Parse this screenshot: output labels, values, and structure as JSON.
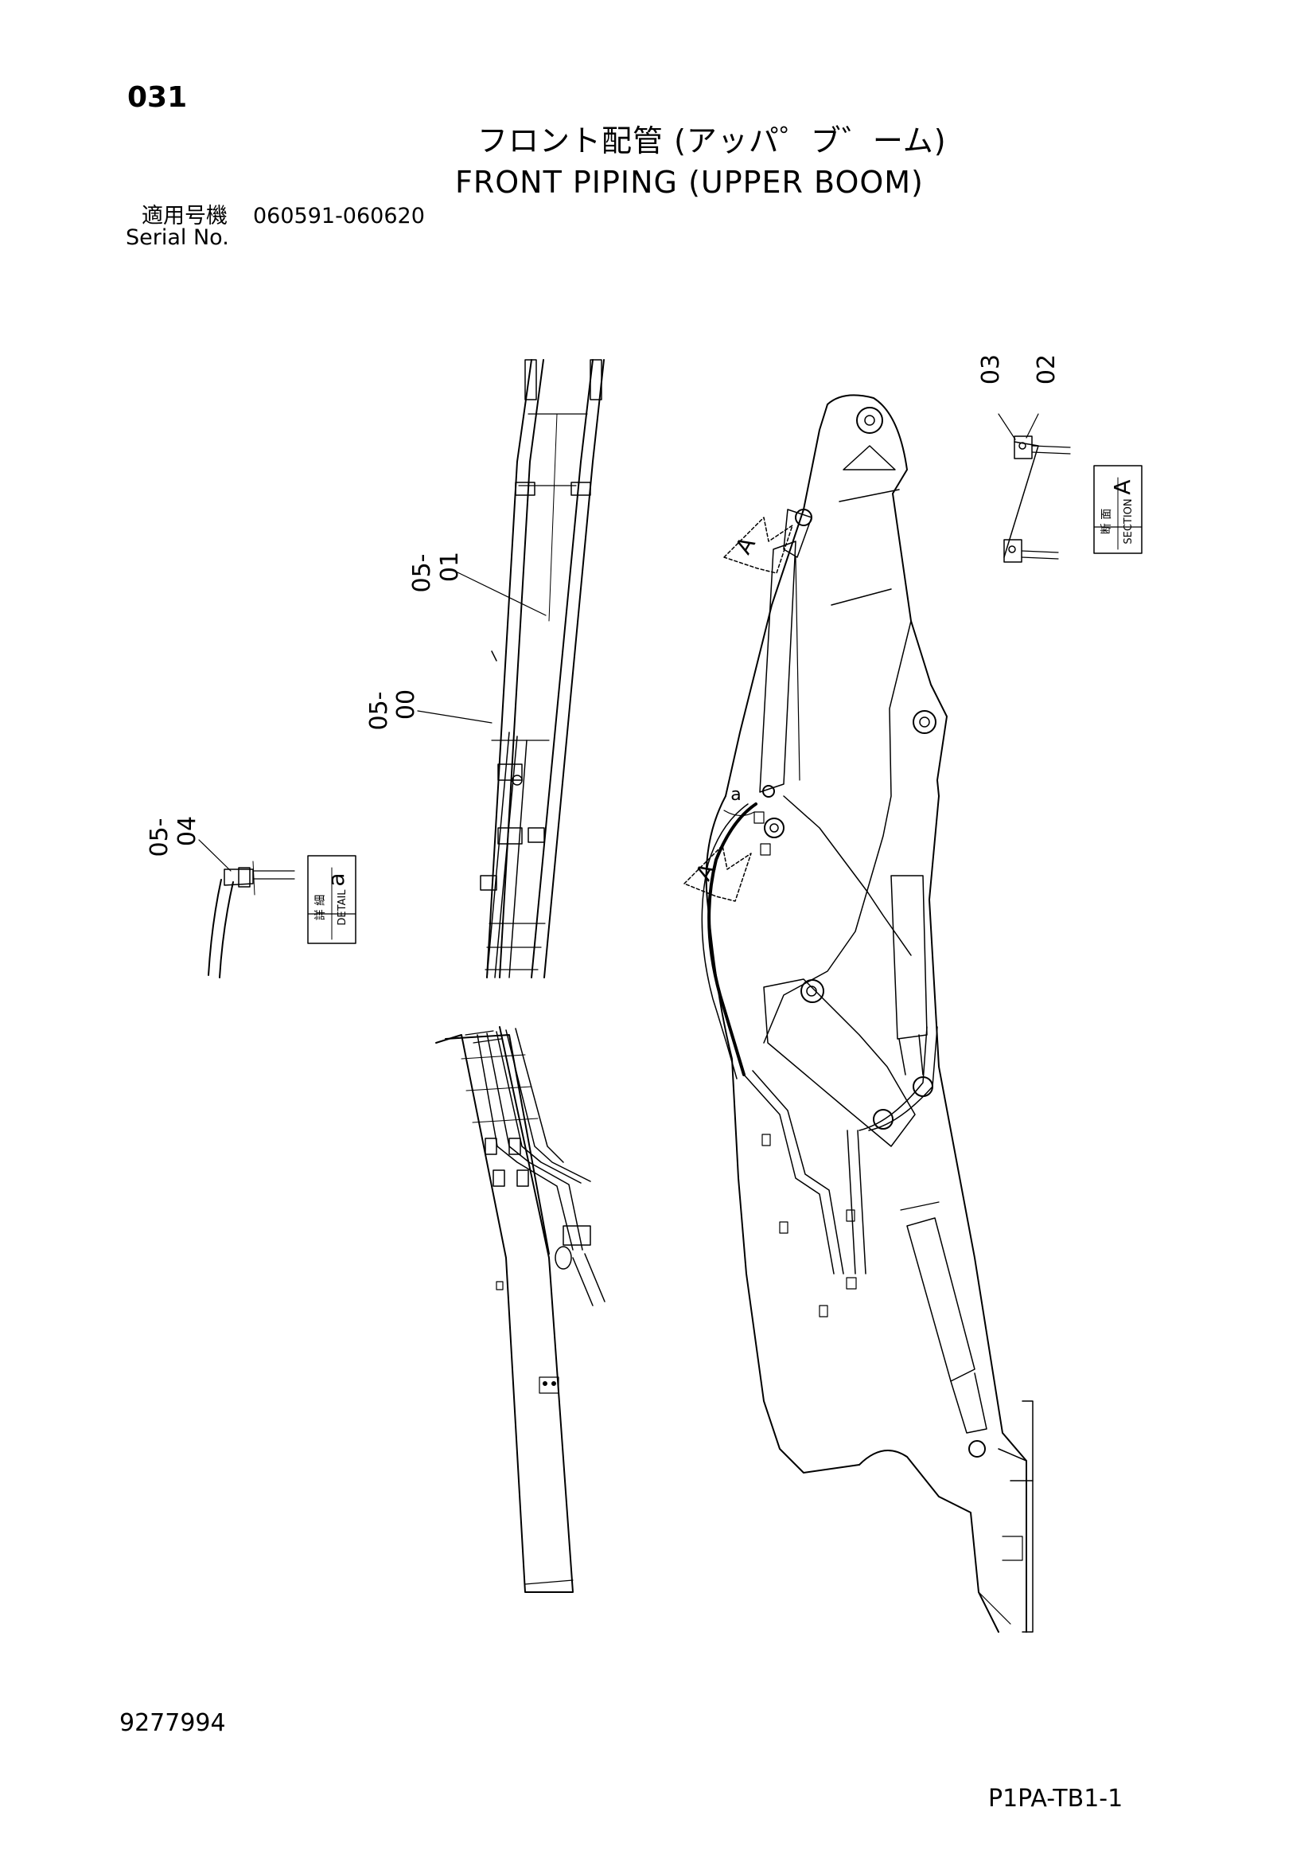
{
  "header": {
    "page_number": "031",
    "title_jp": "フロント配管 (アッパ゜ブ゛ーム)",
    "title_en": "FRONT PIPING (UPPER BOOM)",
    "serial_label_jp": "適用号機",
    "serial_label_en": "Serial No.",
    "serial_range": "060591-060620"
  },
  "callouts": {
    "c0501": [
      "05-",
      "01"
    ],
    "c0500": [
      "05-",
      "00"
    ],
    "c0504": [
      "05-",
      "04"
    ],
    "c03": "03",
    "c02": "02"
  },
  "view_markers": {
    "arrow_a": "A",
    "detail_letter": "a"
  },
  "section_box": {
    "jp": "断 面",
    "en": "SECTION",
    "letter": "A"
  },
  "detail_box": {
    "jp": "詳 細",
    "en": "DETAIL",
    "letter": "a"
  },
  "footer": {
    "drawing_number": "9277994",
    "sheet_code": "P1PA-TB1-1"
  }
}
